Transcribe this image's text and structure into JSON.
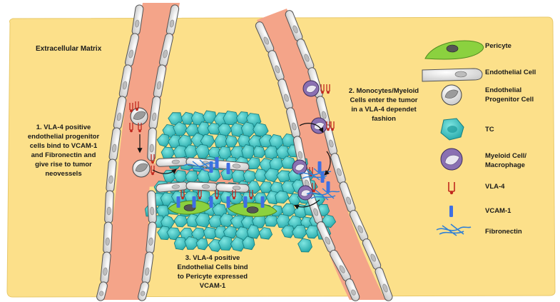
{
  "matrix_label": "Extracellular Matrix",
  "annotations": {
    "a1": [
      "1. VLA-4 positive",
      "endothelial progenitor",
      "cells bind to VCAM-1",
      "and Fibronectin and",
      "give rise to tumor",
      "neovessels"
    ],
    "a2": [
      "2. Monocytes/Myeloid",
      "Cells enter the tumor",
      "in a VLA-4 dependet",
      "fashion"
    ],
    "a3": [
      "3. VLA-4 positive",
      "Endothelial Cells bind",
      "to Pericyte expressed",
      "VCAM-1"
    ]
  },
  "legend": [
    {
      "icon": "pericyte",
      "lines": [
        "Pericyte"
      ]
    },
    {
      "icon": "endothelial-cell",
      "lines": [
        "Endothelial Cell"
      ]
    },
    {
      "icon": "endothelial-progenitor-cell",
      "lines": [
        "Endothelial",
        "Progenitor Cell"
      ]
    },
    {
      "icon": "tumor-cell",
      "lines": [
        "TC"
      ]
    },
    {
      "icon": "myeloid-cell",
      "lines": [
        "Myeloid Cell/",
        "Macrophage"
      ]
    },
    {
      "icon": "vla4",
      "lines": [
        "VLA-4"
      ]
    },
    {
      "icon": "vcam1",
      "lines": [
        "VCAM-1"
      ]
    },
    {
      "icon": "fibronectin",
      "lines": [
        "Fibronectin"
      ]
    }
  ],
  "colors": {
    "matrix": "#fce08a",
    "vessel": "#f4a489",
    "endothelial": "#e2e2e2",
    "tumor": "#3cc6c4",
    "pericyte": "#8bd13f",
    "myeloid": "#8a70b2",
    "vcam": "#3e6fe3",
    "vla4": "#c0281e",
    "fibronectin": "#2f7fd6"
  }
}
